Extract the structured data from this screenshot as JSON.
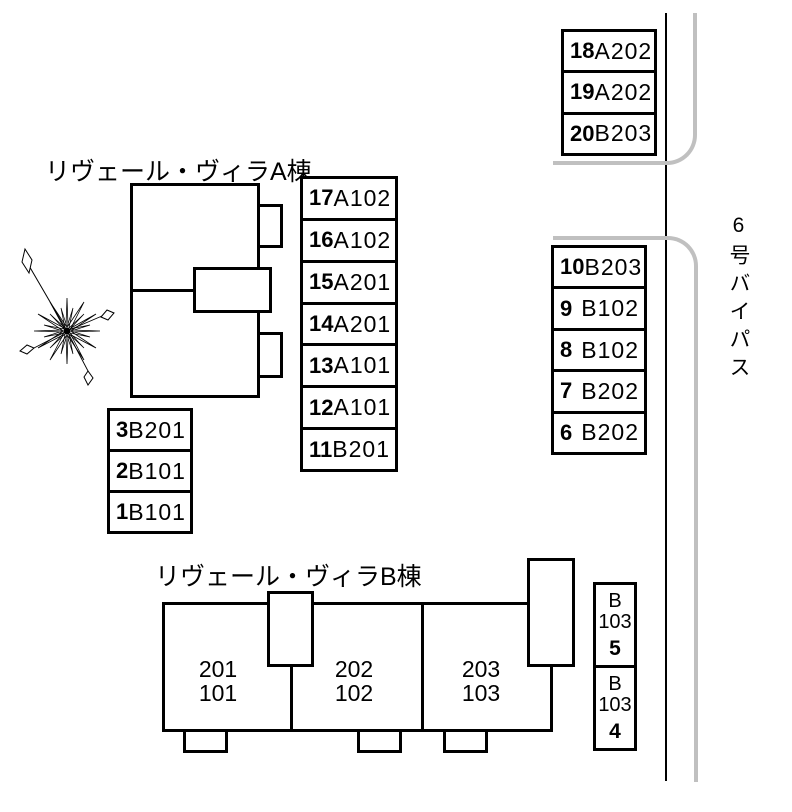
{
  "road": {
    "label": "6号バイパス"
  },
  "building_a": {
    "label": "リヴェール・ヴィラA棟"
  },
  "building_b": {
    "label": "リヴェール・ヴィラB棟",
    "rooms": [
      {
        "upper": "201",
        "lower": "101"
      },
      {
        "upper": "202",
        "lower": "102"
      },
      {
        "upper": "203",
        "lower": "103"
      }
    ]
  },
  "tables": {
    "top_right": {
      "rows": [
        {
          "no": "18",
          "unit": "A202"
        },
        {
          "no": "19",
          "unit": "A202"
        },
        {
          "no": "20",
          "unit": "B203"
        }
      ]
    },
    "middle": {
      "rows": [
        {
          "no": "17",
          "unit": "A102"
        },
        {
          "no": "16",
          "unit": "A102"
        },
        {
          "no": "15",
          "unit": "A201"
        },
        {
          "no": "14",
          "unit": "A201"
        },
        {
          "no": "13",
          "unit": "A101"
        },
        {
          "no": "12",
          "unit": "A101"
        },
        {
          "no": "11",
          "unit": "B201"
        }
      ]
    },
    "right": {
      "rows": [
        {
          "no": "10",
          "unit": "B203"
        },
        {
          "no": "9",
          "unit": "B102"
        },
        {
          "no": "8",
          "unit": "B102"
        },
        {
          "no": "7",
          "unit": "B202"
        },
        {
          "no": "6",
          "unit": "B202"
        }
      ]
    },
    "left": {
      "rows": [
        {
          "no": "3",
          "unit": "B201"
        },
        {
          "no": "2",
          "unit": "B101"
        },
        {
          "no": "1",
          "unit": "B101"
        }
      ]
    },
    "bottom_right": {
      "cells": [
        {
          "line1": "B",
          "line2": "103",
          "no": "5"
        },
        {
          "line1": "B",
          "line2": "103",
          "no": "4"
        }
      ]
    }
  },
  "colors": {
    "line": "#000000",
    "road_edge": "#c0c0c0",
    "background": "#ffffff"
  },
  "compass_icon": "compass-rose"
}
